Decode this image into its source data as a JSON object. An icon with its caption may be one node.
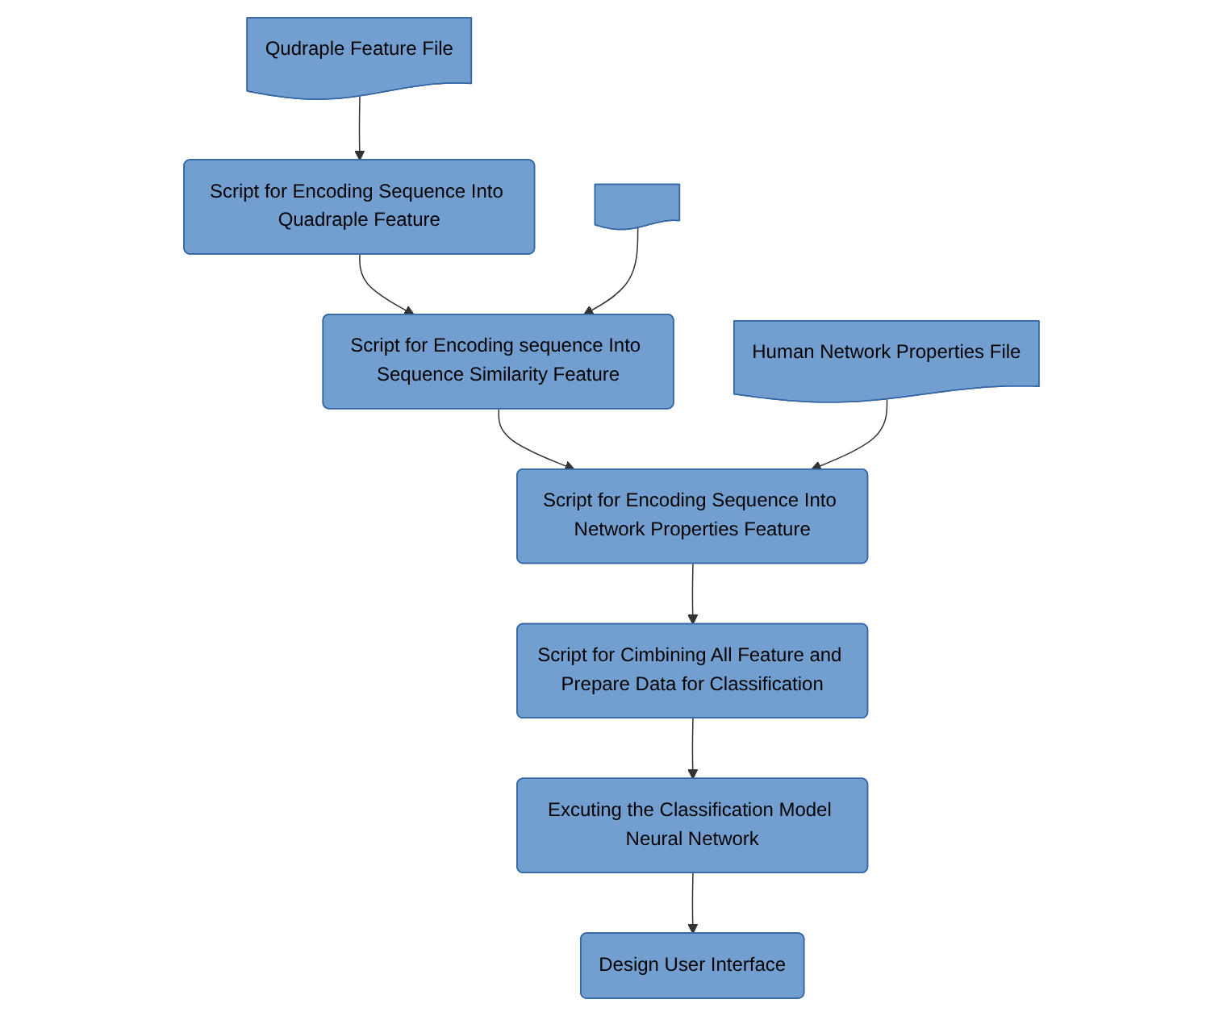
{
  "diagram": {
    "nodes": [
      {
        "text": [
          "Script for Encoding Sequence Into Quadraple Feature"
        ]
      },
      {
        "text": [
          "Qudraple Feature File"
        ]
      },
      {
        "text": [
          "Script for Encoding sequence Into Sequence Similarity Feature"
        ]
      },
      {
        "text": [],
        "shape": "document"
      },
      {
        "text": [
          "Script for Encoding Sequence Into Network Properties Feature"
        ]
      },
      {
        "text": [
          "Human Network Properties File"
        ]
      },
      {
        "text": [
          "Script for Cimbining All Feature and Prepare Data for Classification"
        ]
      },
      {
        "text": [
          "Excuting the Classification Model Neural Network"
        ]
      },
      {
        "text": [
          "Design User Interface"
        ]
      }
    ],
    "edges": [
      {
        "from": 1,
        "to": 0,
        "arrow": "to"
      },
      {
        "from": 0,
        "to": 2,
        "arrow": "to"
      },
      {
        "from": 3,
        "to": 2,
        "arrow": "to"
      },
      {
        "from": 2,
        "to": 4,
        "arrow": "to"
      },
      {
        "from": 5,
        "to": 4,
        "arrow": "to"
      },
      {
        "from": 4,
        "to": 6,
        "arrow": "to"
      },
      {
        "from": 6,
        "to": 7,
        "arrow": "to"
      },
      {
        "from": 7,
        "to": 8,
        "arrow": "to"
      }
    ]
  }
}
